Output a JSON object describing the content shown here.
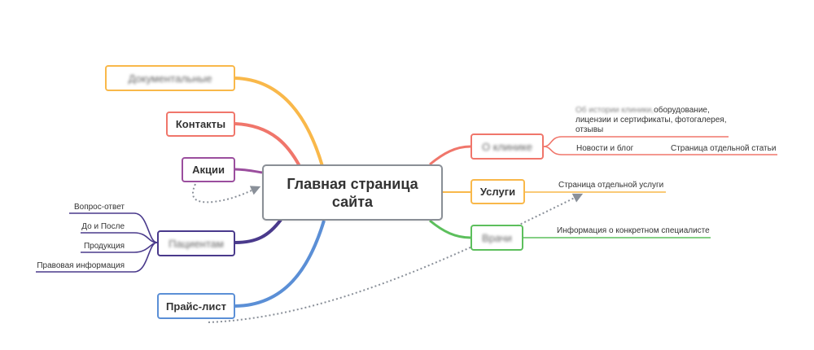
{
  "center": {
    "label_line1": "Главная страница",
    "label_line2": "сайта"
  },
  "nodes": {
    "blurred_top": {
      "label": "Документальные"
    },
    "contacts": {
      "label": "Контакты"
    },
    "promotions": {
      "label": "Акции"
    },
    "blurred_left": {
      "label": "Пациентам"
    },
    "price_list": {
      "label": "Прайс-лист"
    },
    "blurred_about": {
      "label": "О клинике"
    },
    "services": {
      "label": "Услуги"
    },
    "blurred_doctors": {
      "label": "Врачи"
    }
  },
  "leaves": {
    "qa": "Вопрос-ответ",
    "before_after": "До и После",
    "products": "Продукция",
    "legal": "Правовая информация",
    "about_blur": "Об истории клиники,",
    "about_line1": "оборудование,",
    "about_line2_a": "лицензии и серт",
    "about_line2_b": "ификаты, фотогалерея,",
    "about_line3": "отзывы",
    "news": "Новости и блог",
    "article": "Страница отдельной статьи",
    "service_page": "Страница отдельной услуги",
    "specialist": "Информация о конкретном специалисте"
  },
  "colors": {
    "orange": "#f9b84a",
    "red": "#f0766b",
    "purple": "#9b4e9e",
    "navy": "#4a3a8c",
    "blue": "#5b8fd6",
    "green": "#5cbf5c",
    "gray_dotted": "#8a9099"
  }
}
